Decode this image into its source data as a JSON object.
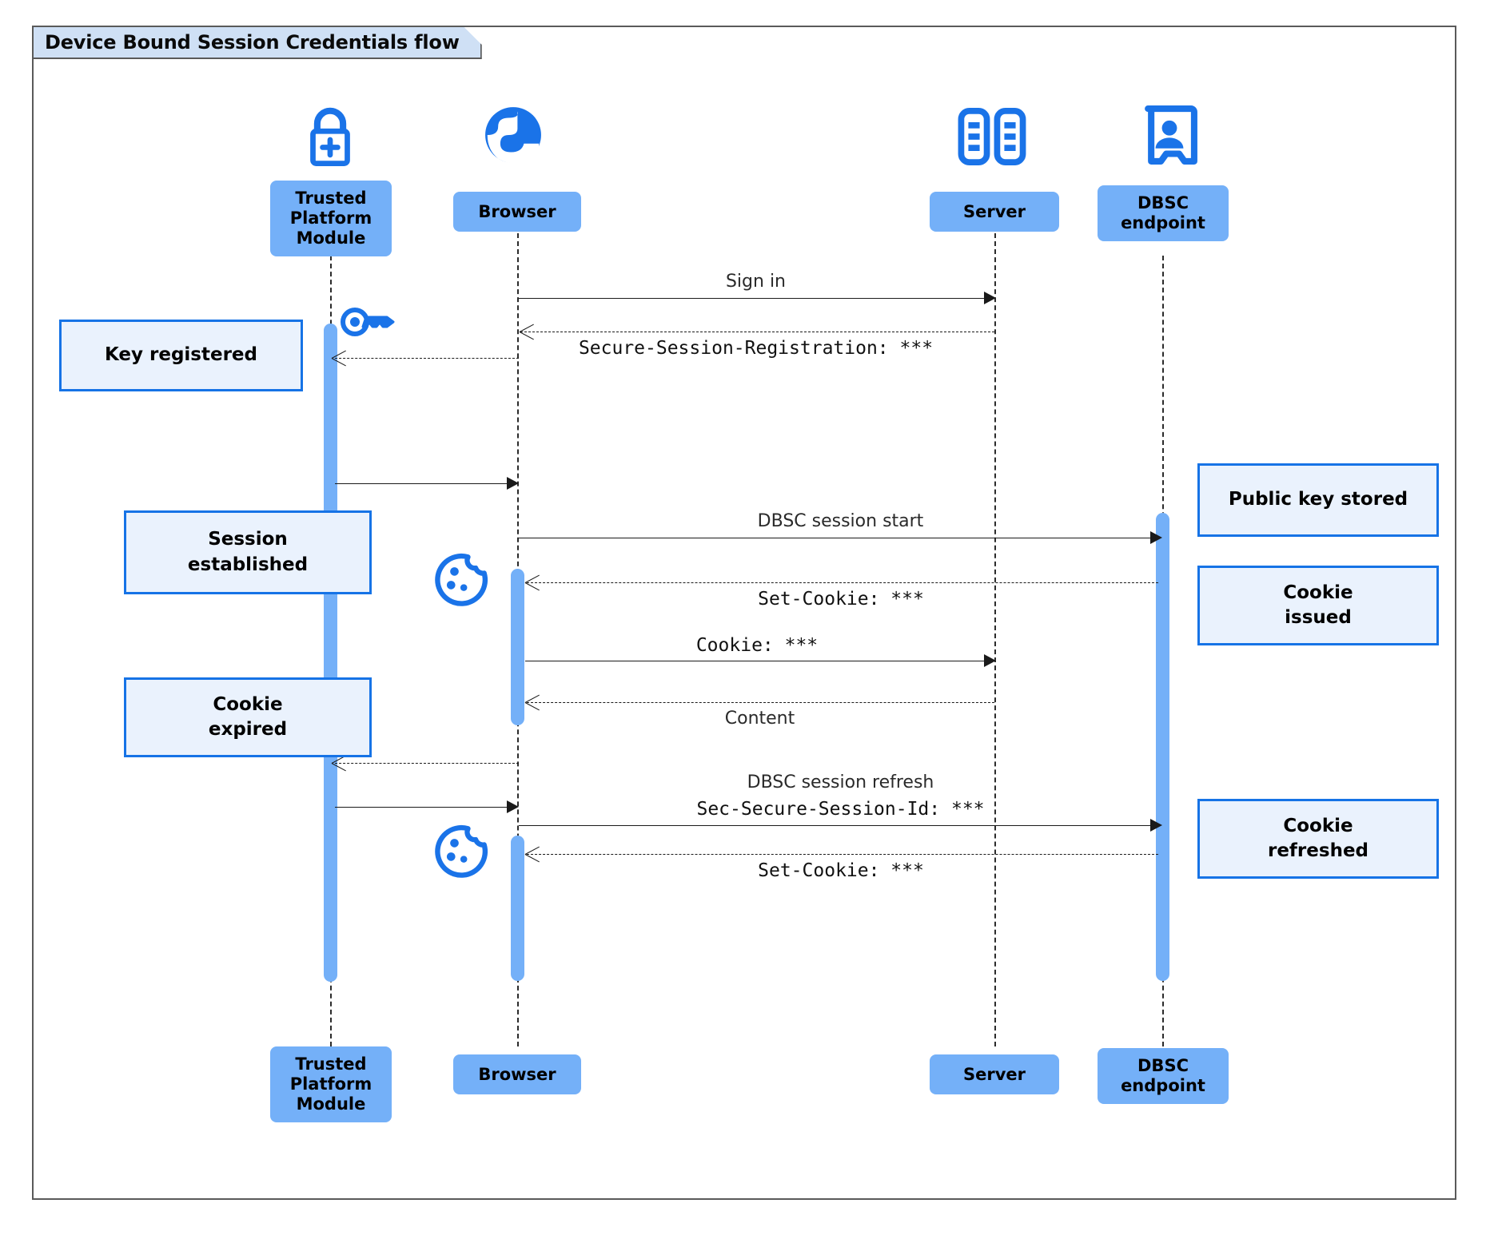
{
  "frame": {
    "title": "Device Bound Session Credentials flow"
  },
  "colors": {
    "participant_fill": "#74b0f8",
    "note_fill": "#eaf2fd",
    "note_border": "#1673e6",
    "icon_blue": "#1a73e8",
    "activation": "#74b0f8",
    "frame_border": "#5a5a5a",
    "title_fill": "#cfe0f5"
  },
  "participants": [
    {
      "id": "tpm",
      "label": "Trusted\nPlatform\nModule",
      "icon": "lock-plus-icon"
    },
    {
      "id": "browser",
      "label": "Browser",
      "icon": "globe-icon"
    },
    {
      "id": "server",
      "label": "Server",
      "icon": "server-racks-icon"
    },
    {
      "id": "dbsc",
      "label": "DBSC\nendpoint",
      "icon": "id-card-icon"
    }
  ],
  "participants_bottom": [
    {
      "id": "tpm",
      "label": "Trusted\nPlatform\nModule"
    },
    {
      "id": "browser",
      "label": "Browser"
    },
    {
      "id": "server",
      "label": "Server"
    },
    {
      "id": "dbsc",
      "label": "DBSC\nendpoint"
    }
  ],
  "messages": [
    {
      "id": "m1",
      "text": "Sign in",
      "style": "sans",
      "from": "browser",
      "to": "server",
      "kind": "solid"
    },
    {
      "id": "m2",
      "text": "Secure-Session-Registration: ***",
      "style": "mono",
      "from": "server",
      "to": "browser",
      "kind": "dashed"
    },
    {
      "id": "m3",
      "text": "",
      "style": "sans",
      "from": "browser",
      "to": "tpm",
      "kind": "dashed"
    },
    {
      "id": "m4",
      "text": "",
      "style": "sans",
      "from": "tpm",
      "to": "browser",
      "kind": "solid"
    },
    {
      "id": "m5",
      "text": "DBSC session start",
      "style": "sans",
      "from": "browser",
      "to": "dbsc",
      "kind": "solid"
    },
    {
      "id": "m6",
      "text": "Set-Cookie: ***",
      "style": "mono",
      "from": "dbsc",
      "to": "browser",
      "kind": "dashed"
    },
    {
      "id": "m7",
      "text": "Cookie: ***",
      "style": "mono",
      "from": "browser",
      "to": "server",
      "kind": "solid"
    },
    {
      "id": "m8",
      "text": "Content",
      "style": "sans",
      "from": "server",
      "to": "browser",
      "kind": "dashed"
    },
    {
      "id": "m9",
      "text": "",
      "style": "sans",
      "from": "browser",
      "to": "tpm",
      "kind": "dashed"
    },
    {
      "id": "m10",
      "text": "DBSC session refresh",
      "style": "sans",
      "from": "tpm",
      "to": "browser",
      "kind": "solid"
    },
    {
      "id": "m11",
      "text": "Sec-Secure-Session-Id: ***",
      "style": "mono",
      "from": "browser",
      "to": "dbsc",
      "kind": "solid"
    },
    {
      "id": "m12",
      "text": "Set-Cookie: ***",
      "style": "mono",
      "from": "dbsc",
      "to": "browser",
      "kind": "dashed"
    }
  ],
  "notes": [
    {
      "id": "n1",
      "text": "Key registered",
      "side": "left"
    },
    {
      "id": "n2",
      "text": "Session\nestablished",
      "side": "left"
    },
    {
      "id": "n3",
      "text": "Cookie\nexpired",
      "side": "left"
    },
    {
      "id": "n4",
      "text": "Public key stored",
      "side": "right"
    },
    {
      "id": "n5",
      "text": "Cookie\nissued",
      "side": "right"
    },
    {
      "id": "n6",
      "text": "Cookie\nrefreshed",
      "side": "right"
    }
  ],
  "decorations": [
    {
      "id": "d1",
      "icon": "key-icon",
      "near": "tpm"
    },
    {
      "id": "d2",
      "icon": "cookie-icon",
      "near": "browser"
    },
    {
      "id": "d3",
      "icon": "cookie-icon",
      "near": "browser"
    }
  ]
}
